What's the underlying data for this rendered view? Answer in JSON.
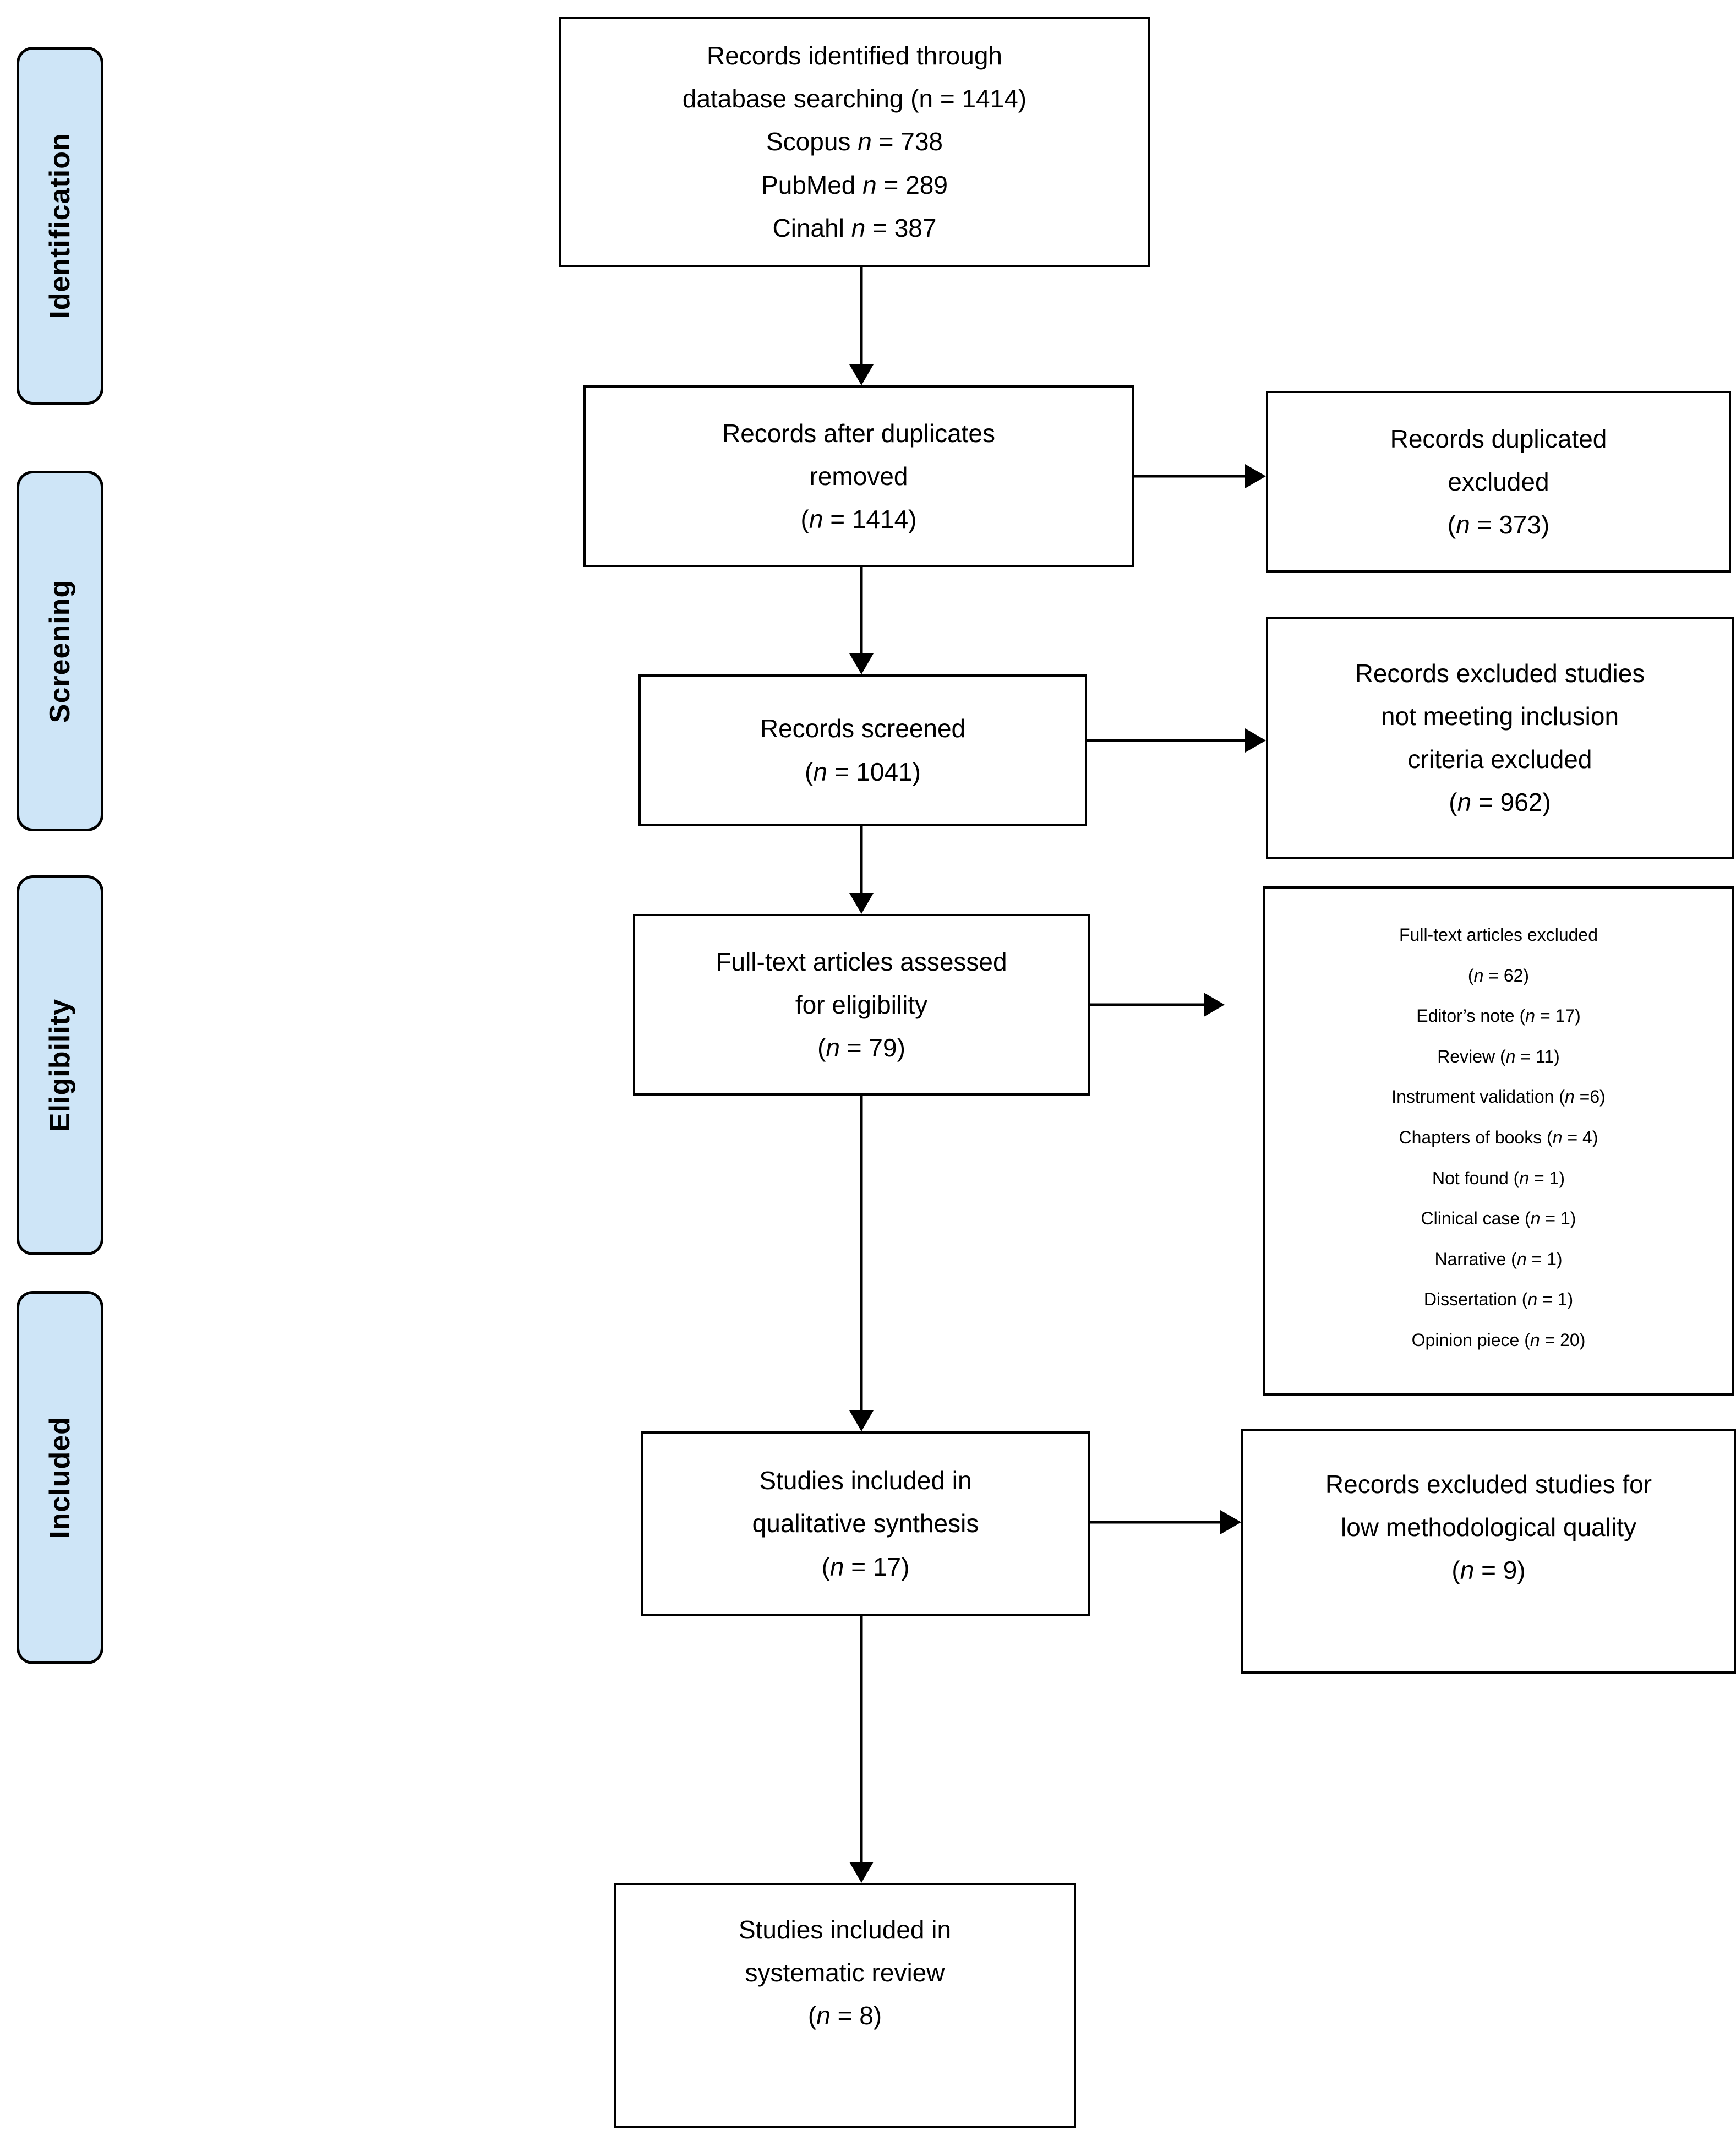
{
  "colors": {
    "sidebar_fill": "#cee5f7",
    "box_fill": "#ffffff",
    "box_border": "#000000",
    "arrow": "#000000"
  },
  "sidebar": {
    "items": [
      {
        "label": "Identification"
      },
      {
        "label": "Screening"
      },
      {
        "label": "Eligibility"
      },
      {
        "label": "Included"
      }
    ]
  },
  "main_boxes": [
    {
      "lines": [
        "Records identified through",
        "database searching (n = 1414)",
        "Scopus n = 738",
        "PubMed n = 289",
        "Cinahl n = 387"
      ]
    },
    {
      "lines": [
        "Records after duplicates",
        "removed",
        "(n = 1414)"
      ]
    },
    {
      "lines": [
        "Records screened",
        "(n = 1041)"
      ]
    },
    {
      "lines": [
        "Full-text articles assessed",
        "for eligibility",
        "(n = 79)"
      ]
    },
    {
      "lines": [
        "Studies included in",
        "qualitative synthesis",
        "(n = 17)"
      ]
    },
    {
      "lines": [
        "Studies included in",
        "systematic review",
        "(n = 8)"
      ]
    }
  ],
  "side_boxes": [
    {
      "lines": [
        "Records duplicated",
        "excluded",
        "(n = 373)"
      ]
    },
    {
      "lines": [
        "Records excluded studies",
        "not meeting inclusion",
        "criteria excluded",
        "(n = 962)"
      ]
    },
    {
      "lines": [
        "Full-text articles excluded",
        "(n = 62)",
        "Editor’s note (n = 17)",
        "Review (n = 11)",
        "Instrument validation (n =6)",
        "Chapters of books (n = 4)",
        "Not found (n = 1)",
        "Clinical case (n = 1)",
        "Narrative (n = 1)",
        "Dissertation (n = 1)",
        "Opinion piece (n = 20)"
      ]
    },
    {
      "lines": [
        "Records excluded studies for",
        "low methodological quality",
        "(n = 9)"
      ]
    }
  ]
}
